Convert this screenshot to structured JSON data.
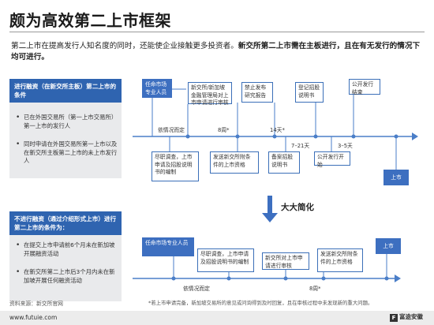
{
  "title": "颇为高效第二上市框架",
  "subtitle": {
    "normal": "第二上市在提高发行人知名度的同时，还能使企业接触更多投资者。",
    "bold": "新交所第二上市需在主板进行，且在有无发行的情况下均可进行。"
  },
  "panel_top": {
    "header": "进行融资（在新交所主板）第二上市的条件",
    "bullets": [
      "已在外国交易所（第一上市交易所）第一上市的发行人",
      "同时申请在外国交易所第一上市以及在新交所主板第二上市的未上市发行人"
    ]
  },
  "panel_bottom": {
    "header": "不进行融资（通过介绍形式上市）进行第二上市的条件为：",
    "bullets": [
      "在提交上市申请前6个月未在新加坡开展融资活动",
      "在新交所第二上市后3个月内未在新加坡开展任何融资活动"
    ]
  },
  "flow_top": {
    "boxes": {
      "start": "任命市场专业人员",
      "b1": "新交所/新加坡金融管理局对上市申请进行审核",
      "b2": "禁止发布研究报告",
      "b3": "登记招股说明书",
      "b4": "公开发行结束",
      "c1": "尽职调查，上市申请及招股说明书的编制",
      "c2": "发送新交所附条件的上市资格",
      "c3": "备案招股说明书",
      "c4": "公开发行开始",
      "end": "上市"
    },
    "labels": {
      "varies": "依情况而定",
      "weeks8": "8周*",
      "days14": "14天*",
      "days7_21": "7–21天",
      "days3_5": "3–5天"
    }
  },
  "simplify": "大大简化",
  "flow_bottom": {
    "boxes": {
      "start": "任命市场专业人员",
      "c1": "尽职调查，上市申请及招股说明书的编制",
      "c2": "新交所对上市申请进行审核",
      "c3": "发送新交所附条件的上市资格",
      "end": "上市"
    },
    "labels": {
      "varies": "依情况而定",
      "weeks8": "8周*"
    }
  },
  "source": "资料来源：新交所官网",
  "footnote": "*若上市申请完备，新加坡交易所的意见或问询得到及时回复，且在审核过程中未发现新的重大问题。",
  "footer": {
    "url": "www.futuie.com",
    "logo": "富途安徽"
  },
  "colors": {
    "accent": "#2f64b0",
    "box_blue": "#3d6fc0",
    "panel_grey": "#e9eaec"
  },
  "icons": [
    "down-arrow-icon",
    "timeline-dot-icon",
    "logo-mark-icon"
  ]
}
